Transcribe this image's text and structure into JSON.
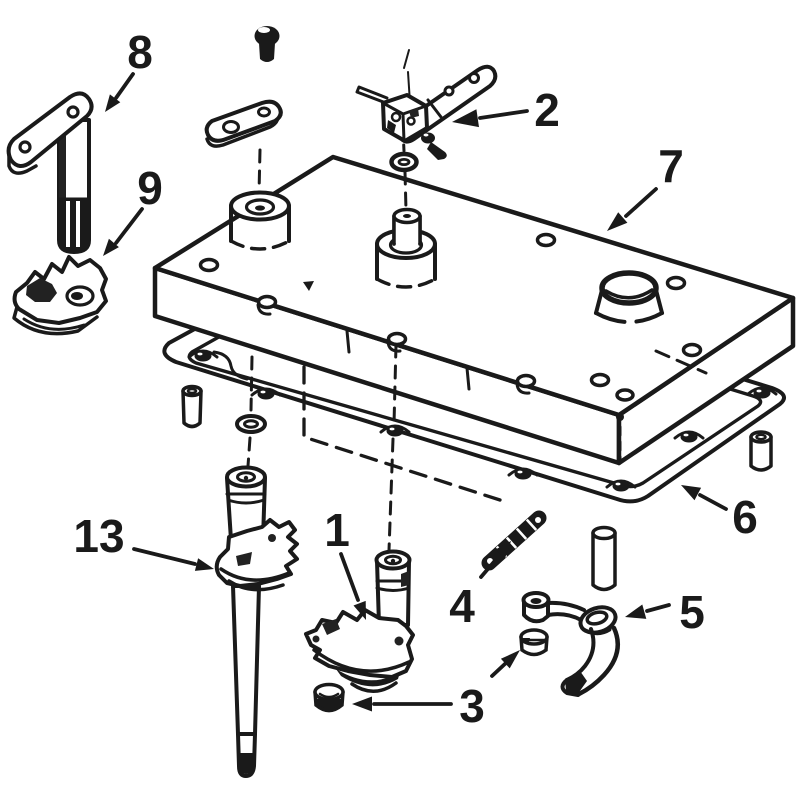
{
  "diagram": {
    "kind": "exploded-parts-line-drawing",
    "colors": {
      "background": "#ffffff",
      "ink": "#1a1a1a"
    },
    "callouts": [
      {
        "number": "8"
      },
      {
        "number": "9"
      },
      {
        "number": "2"
      },
      {
        "number": "7"
      },
      {
        "number": "13"
      },
      {
        "number": "1"
      },
      {
        "number": "4"
      },
      {
        "number": "3"
      },
      {
        "number": "5"
      },
      {
        "number": "6"
      }
    ]
  }
}
